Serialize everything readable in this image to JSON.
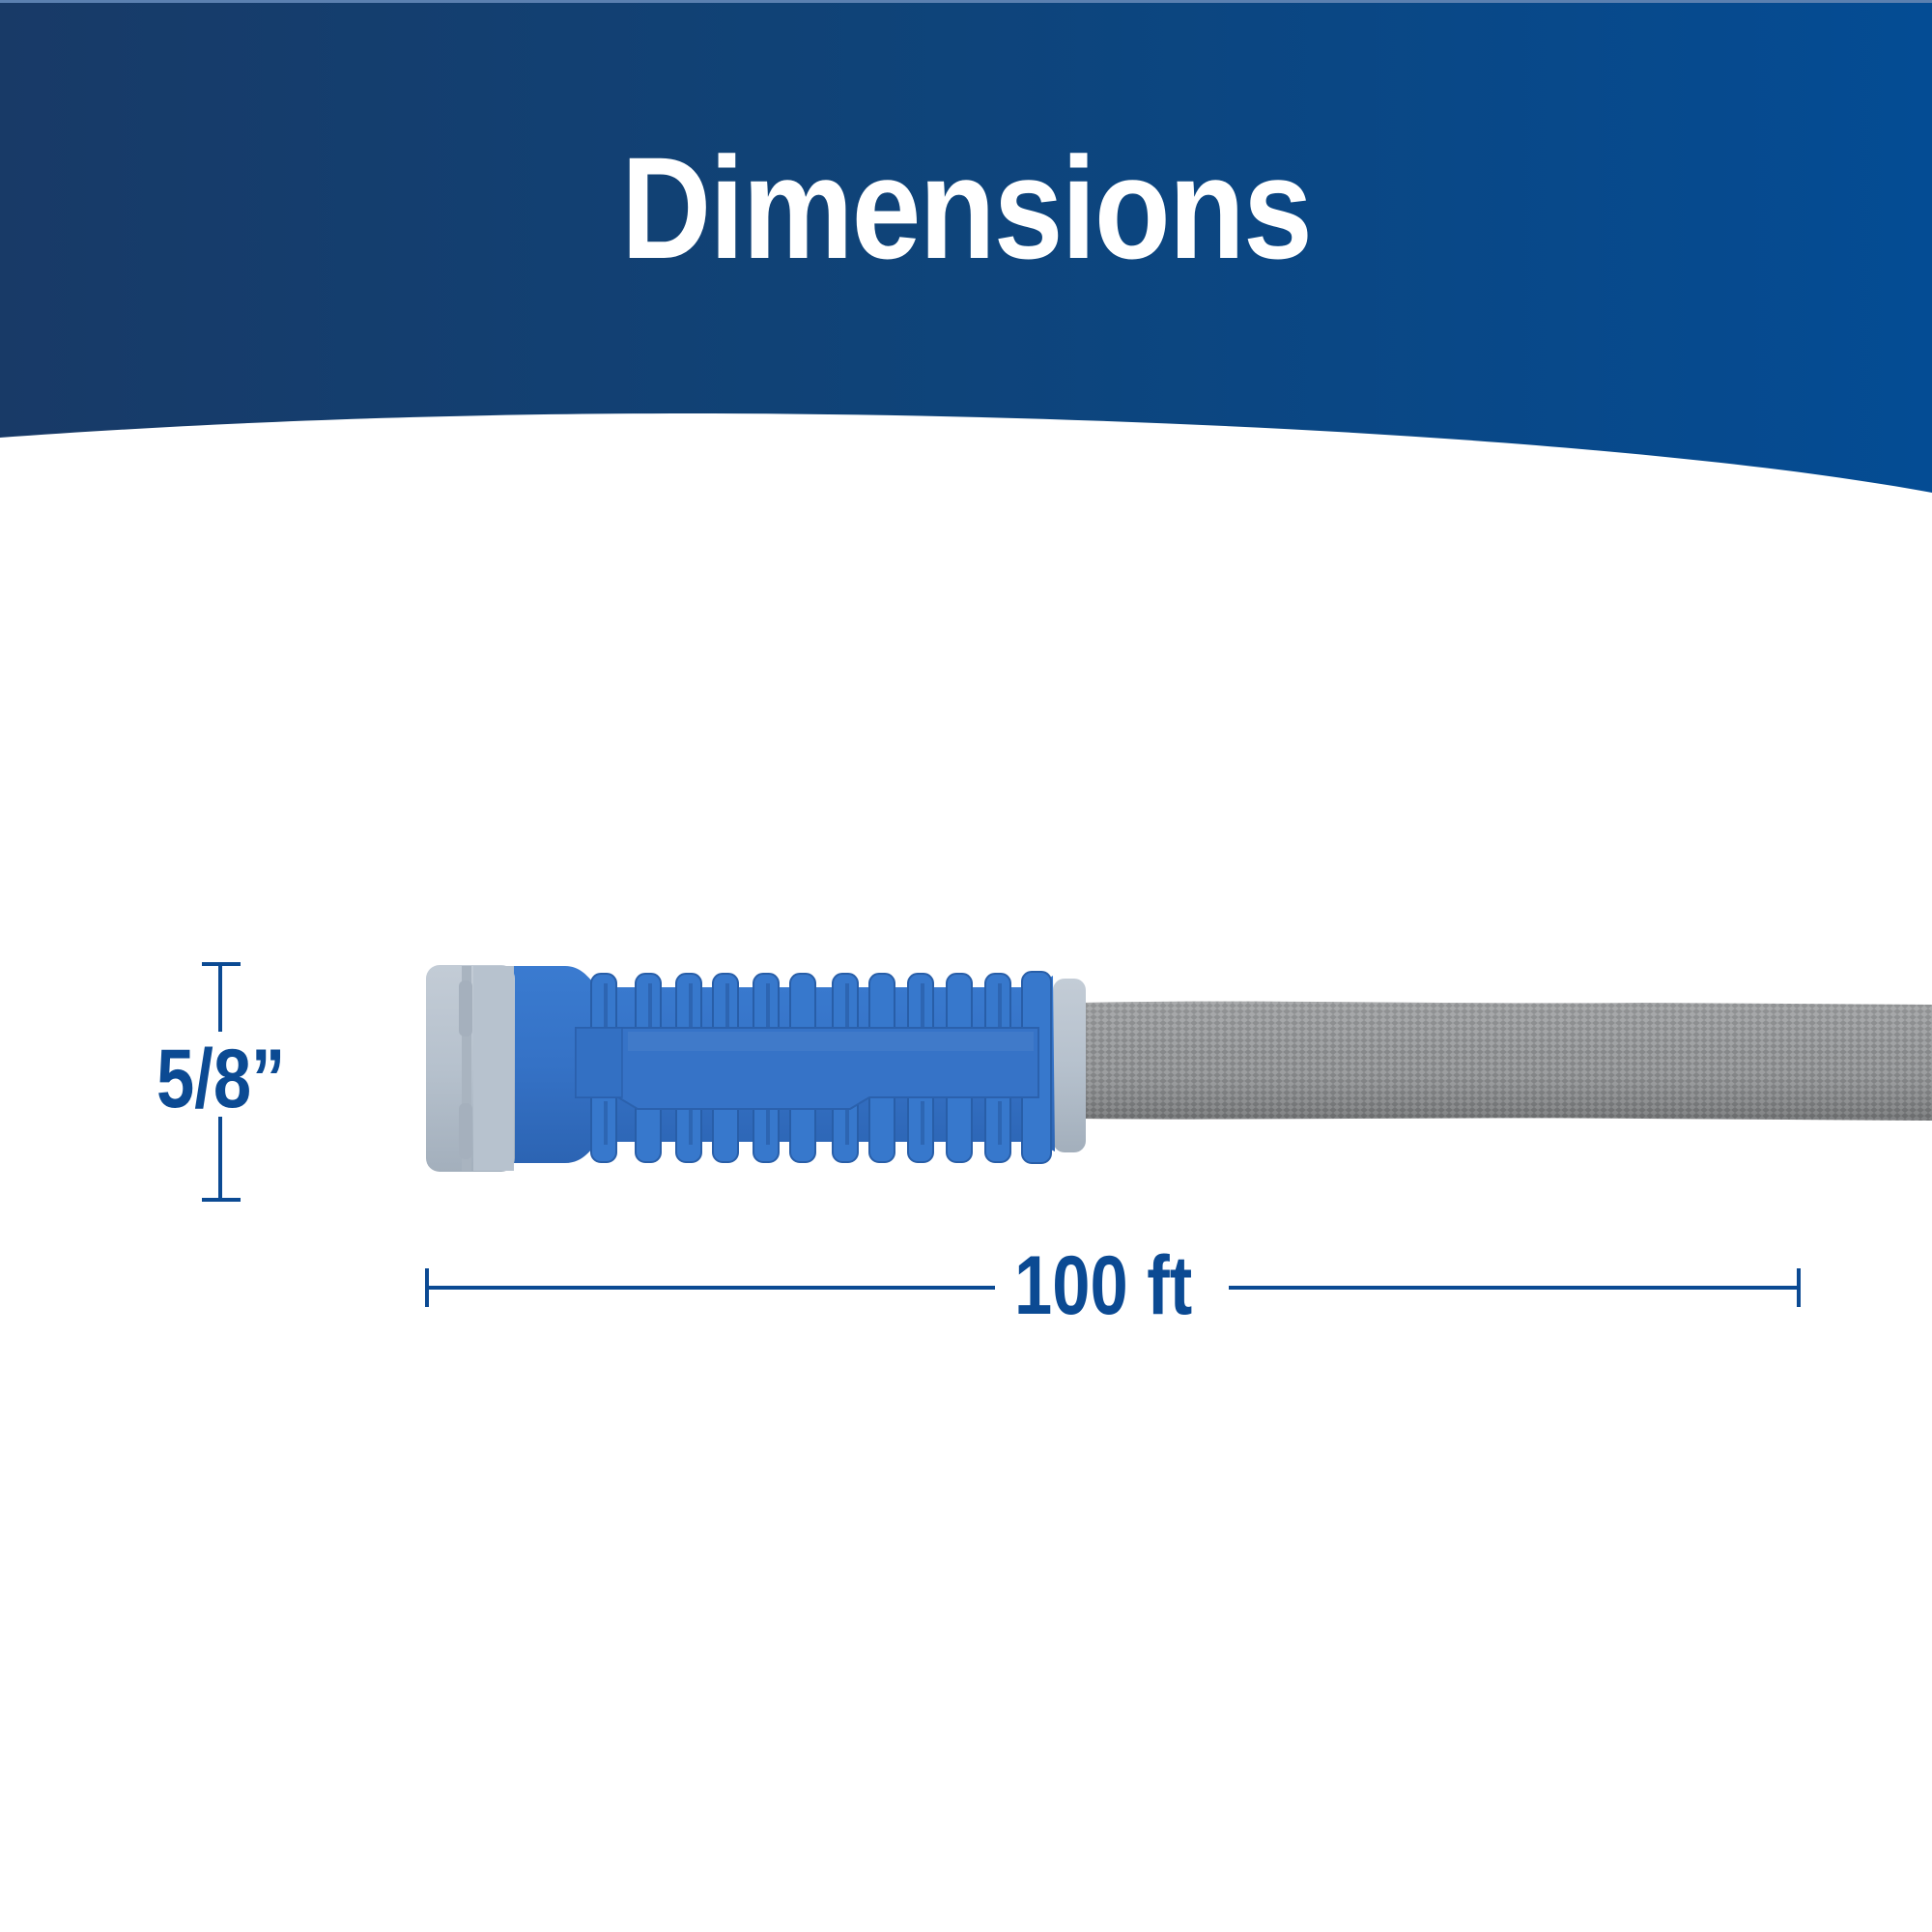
{
  "header": {
    "title": "Dimensions",
    "gradient_start": "#183a67",
    "gradient_end": "#044c94"
  },
  "product": {
    "name": "garden hose with blue grip coupling",
    "colors": {
      "grip_blue": "#3572c6",
      "cap_gray": "#b4c0cc",
      "hose_gray": "#8a8c8e"
    }
  },
  "dimensions": {
    "diameter_label": "5/8”",
    "length_label": "100 ft",
    "marker_color": "#0b4a93"
  }
}
